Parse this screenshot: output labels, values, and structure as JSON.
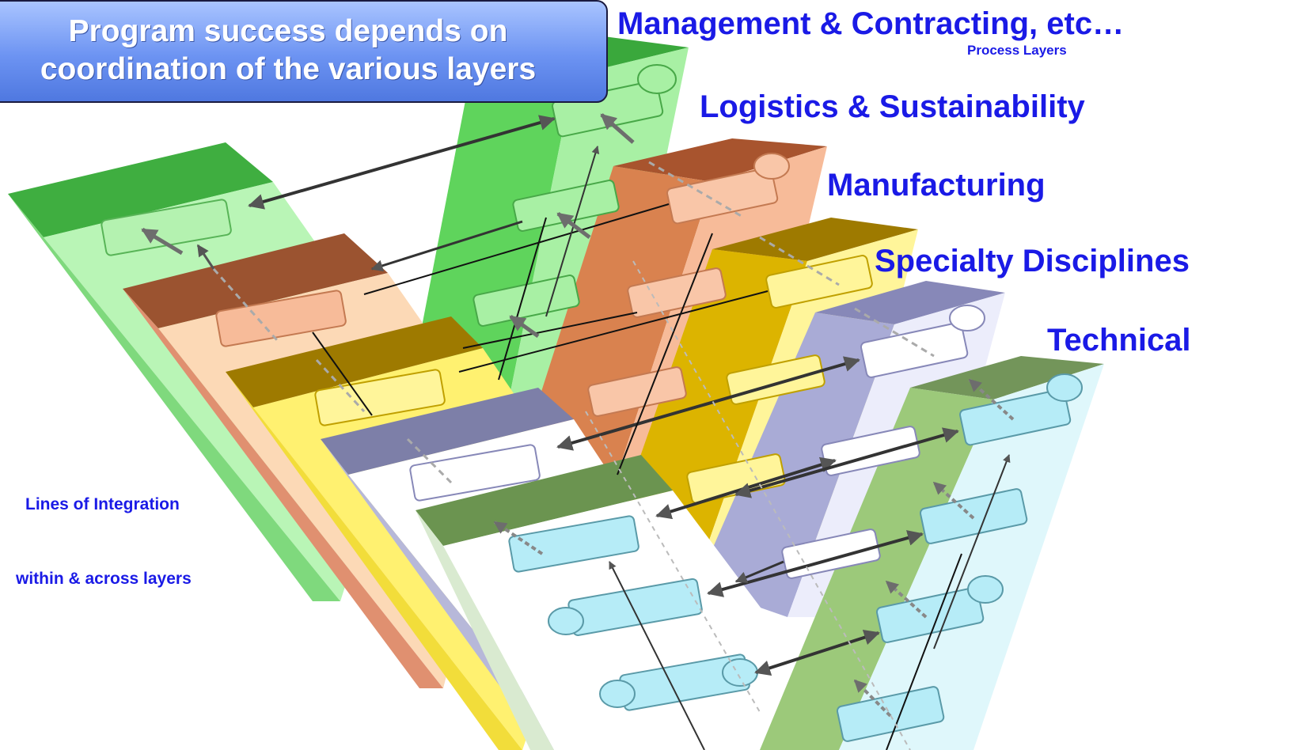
{
  "callout": {
    "line1": "Program success depends on",
    "line2": "coordination of the various layers"
  },
  "layers": {
    "management": "Management & Contracting, etc…",
    "process_layers": "Process Layers",
    "logistics": "Logistics & Sustainability",
    "manufacturing": "Manufacturing",
    "specialty": "Specialty Disciplines",
    "technical": "Technical"
  },
  "notes": {
    "line1": "Lines of Integration",
    "line2": "within & across layers"
  },
  "colors": {
    "management": "#49c24a",
    "logistics": "#d9824f",
    "manufacturing": "#e8c31a",
    "specialty": "#a9abd6",
    "technical": "#8fc269",
    "text_blue": "#1a1ae6",
    "callout_bg": "#6c93f2"
  }
}
